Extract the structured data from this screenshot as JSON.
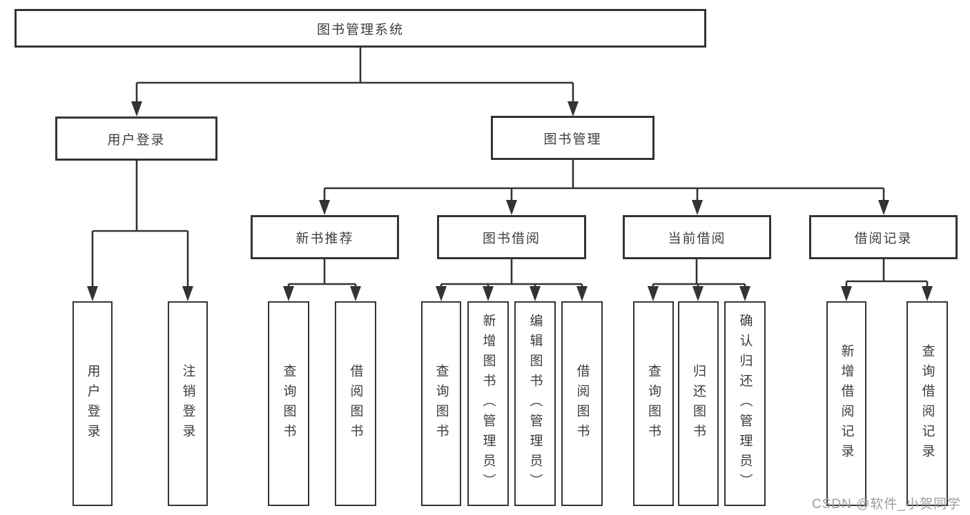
{
  "tree": {
    "label": "图书管理系统",
    "children": [
      {
        "label": "用户登录",
        "children": [
          {
            "label": "用户登录"
          },
          {
            "label": "注销登录"
          }
        ]
      },
      {
        "label": "图书管理",
        "children": [
          {
            "label": "新书推荐",
            "children": [
              {
                "label": "查询图书"
              },
              {
                "label": "借阅图书"
              }
            ]
          },
          {
            "label": "图书借阅",
            "children": [
              {
                "label": "查询图书"
              },
              {
                "label": "新增图书（管理员）"
              },
              {
                "label": "编辑图书（管理员）"
              },
              {
                "label": "借阅图书"
              }
            ]
          },
          {
            "label": "当前借阅",
            "children": [
              {
                "label": "查询图书"
              },
              {
                "label": "归还图书"
              },
              {
                "label": "确认归还（管理员）"
              }
            ]
          },
          {
            "label": "借阅记录",
            "children": [
              {
                "label": "新增借阅记录"
              },
              {
                "label": "查询借阅记录"
              }
            ]
          }
        ]
      }
    ]
  },
  "watermark": "CSDN @软件_小贺同学",
  "colors": {
    "line": "#333333",
    "text": "#3d3d3d",
    "watermark": "#9c9c9c",
    "background": "#ffffff"
  }
}
